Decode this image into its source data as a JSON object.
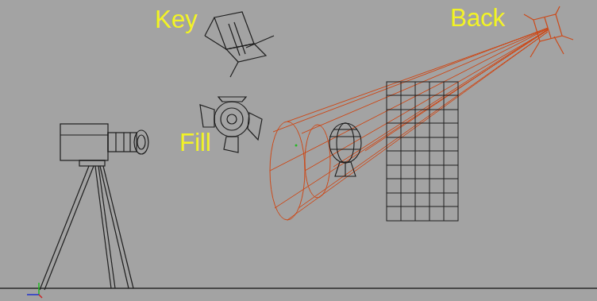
{
  "diagram": {
    "labels": [
      "Key",
      "Fill",
      "Back"
    ]
  }
}
